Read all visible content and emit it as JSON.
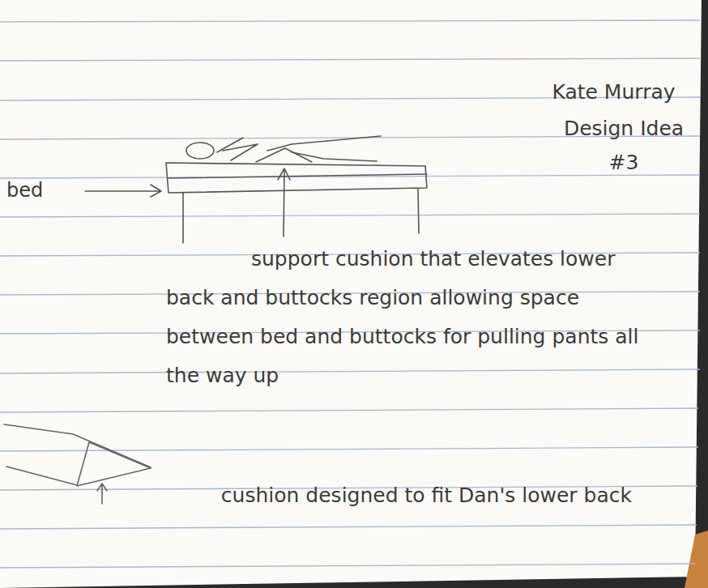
{
  "diagram": {
    "title": "Design Idea #3",
    "labels": [
      "Kate Murray",
      "bed",
      "support cushion that elevates lower back and buttocks region allowing space between bed and buttocks for pulling pants all the way up",
      "cushion designed to fit Dan's lower back"
    ]
  }
}
